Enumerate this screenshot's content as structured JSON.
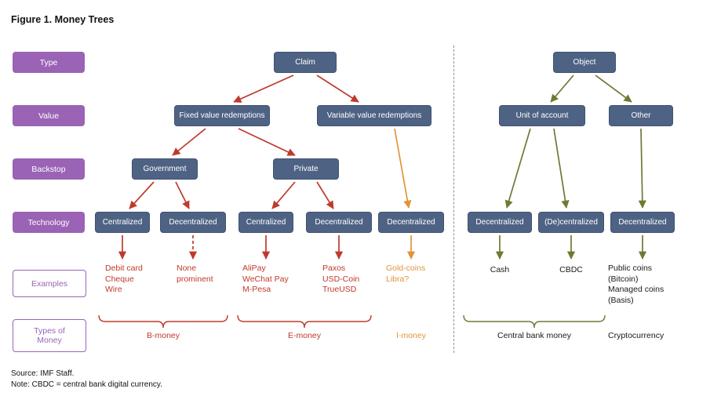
{
  "figure_title": "Figure 1. Money Trees",
  "row_labels": {
    "type": "Type",
    "value": "Value",
    "backstop": "Backstop",
    "technology": "Technology",
    "examples": "Examples",
    "types_of_money": "Types of\nMoney"
  },
  "nodes": {
    "claim": "Claim",
    "fixed": "Fixed value redemptions",
    "variable": "Variable value redemptions",
    "government": "Government",
    "private": "Private",
    "gov_centralized": "Centralized",
    "gov_decentralized": "Decentralized",
    "priv_centralized": "Centralized",
    "priv_decentralized": "Decentralized",
    "variable_decentralized": "Decentralized",
    "object": "Object",
    "unit_of_account": "Unit of account",
    "other": "Other",
    "unit_decentralized": "Decentralized",
    "unit_de_centralized": "(De)centralized",
    "other_decentralized": "Decentralized"
  },
  "examples": {
    "gov_centralized": "Debit card\nCheque\nWire",
    "gov_decentralized": "None\nprominent",
    "priv_centralized": "AliPay\nWeChat Pay\nM-Pesa",
    "priv_decentralized": "Paxos\nUSD-Coin\nTrueUSD",
    "variable_decentralized": "Gold-coins\nLibra?",
    "unit_decentralized": "Cash",
    "unit_de_centralized": "CBDC",
    "other_decentralized": "Public coins\n(Bitcoin)\nManaged coins\n(Basis)"
  },
  "money_types": {
    "b_money": "B-money",
    "e_money": "E-money",
    "i_money": "I-money",
    "central_bank_money": "Central bank money",
    "cryptocurrency": "Cryptocurrency"
  },
  "footer": {
    "source": "Source: IMF Staff.",
    "note": "Note: CBDC = central bank digital currency."
  },
  "colors": {
    "row_label_purple": "#9a63b5",
    "node_blue": "#4e6384",
    "claim_arrow_red": "#bf3a2b",
    "imoney_orange": "#e2943a",
    "object_arrow_olive": "#6e7a34"
  }
}
